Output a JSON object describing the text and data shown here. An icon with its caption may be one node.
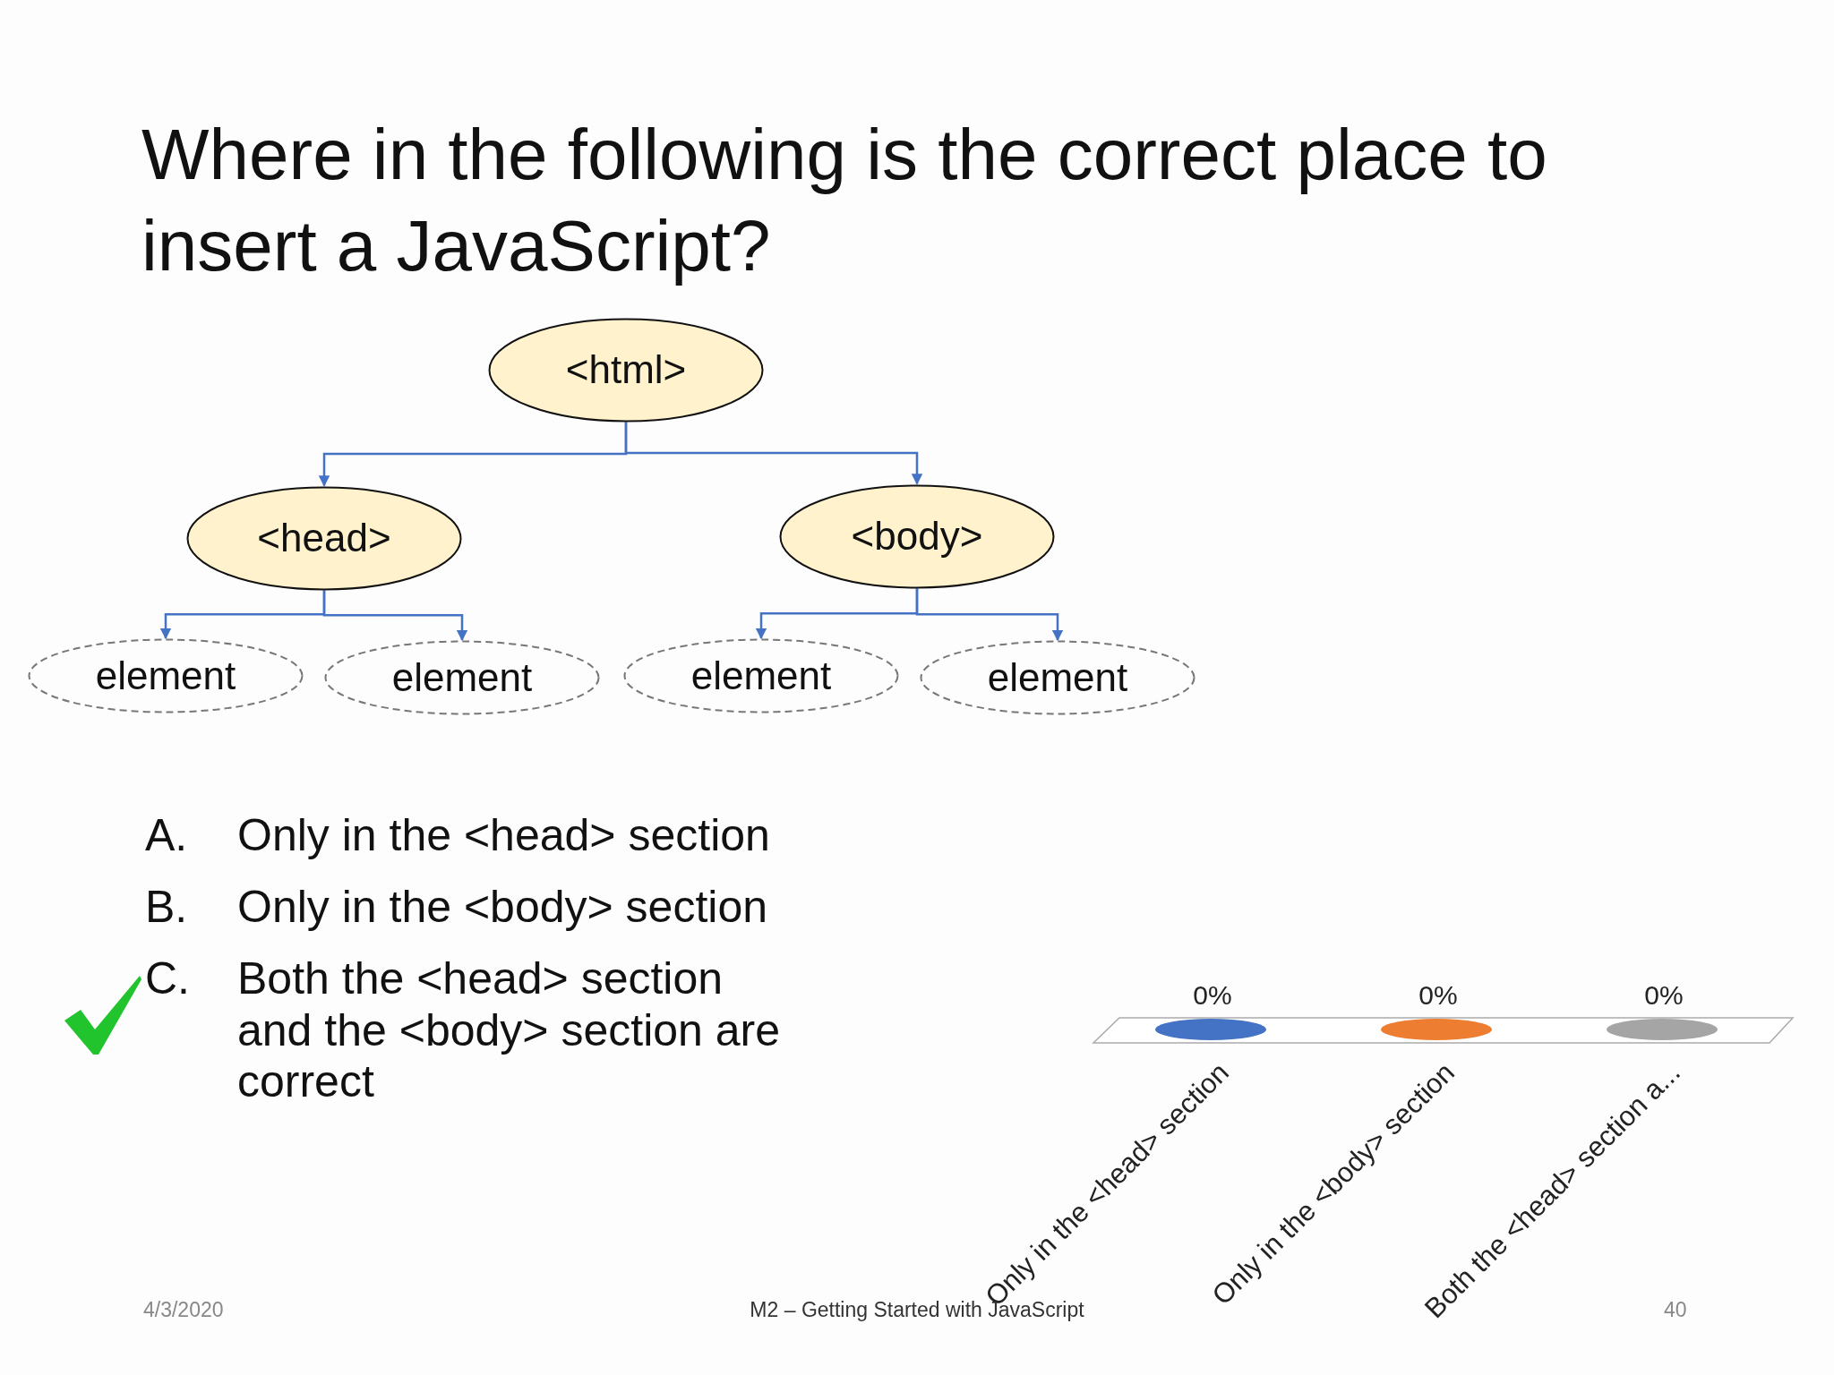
{
  "diagram": {
    "title": "Where in the following is the correct place to insert a JavaScript?",
    "nodes": [
      {
        "text": [
          "<html>"
        ]
      },
      {
        "text": [
          "<head>"
        ]
      },
      {
        "text": [
          "<body>"
        ]
      },
      {
        "text": [
          "element"
        ]
      },
      {
        "text": [
          "element"
        ]
      },
      {
        "text": [
          "element"
        ]
      },
      {
        "text": [
          "element"
        ]
      }
    ],
    "edges": [
      {
        "from": 0,
        "to": 1,
        "arrow": "to"
      },
      {
        "from": 0,
        "to": 2,
        "arrow": "to"
      },
      {
        "from": 1,
        "to": 3,
        "arrow": "to"
      },
      {
        "from": 1,
        "to": 4,
        "arrow": "to"
      },
      {
        "from": 2,
        "to": 5,
        "arrow": "to"
      },
      {
        "from": 2,
        "to": 6,
        "arrow": "to"
      }
    ],
    "labels": [
      "A.",
      "Only in the <head> section",
      "B.",
      "Only in the <body> section",
      "C.",
      "Both the <head> section and the <body> section are correct",
      "4/3/2020",
      "M2 – Getting Started with JavaScript",
      "40",
      "0%",
      "0%",
      "0%",
      "Only in the <head> section",
      "Only in the <body> section",
      "Both the <head> section a..."
    ]
  }
}
